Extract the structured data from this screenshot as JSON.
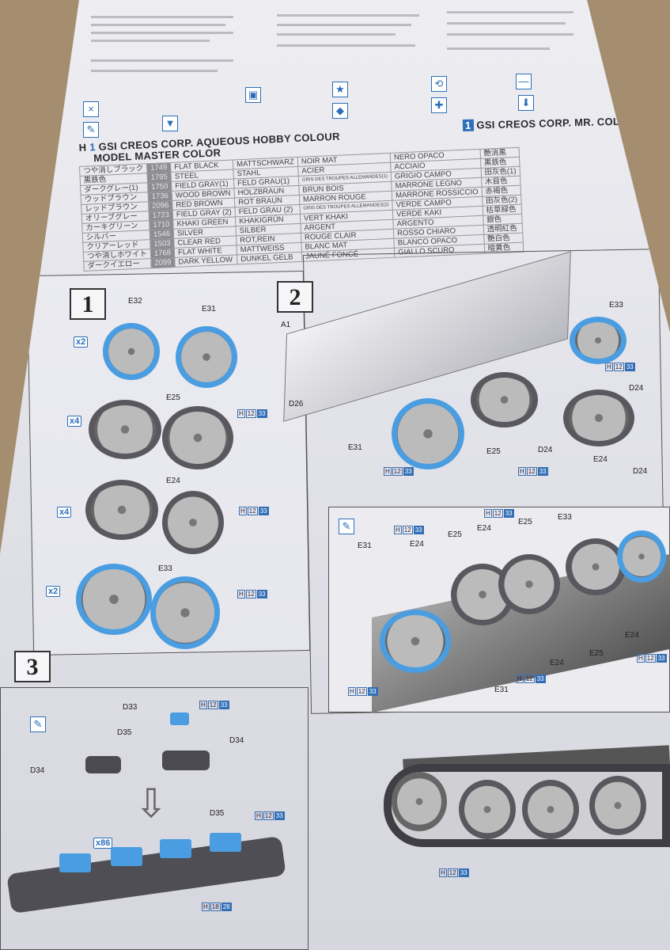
{
  "header": {
    "brand_aqueous": "GSI CREOS CORP. AQUEOUS HOBBY COLOUR",
    "brand_mr": "GSI CREOS CORP. MR. COLOUR",
    "model_master": "MODEL MASTER COLOR",
    "key_h": "H",
    "key_1": "1"
  },
  "color_table": [
    {
      "jp": "つや消しブラック",
      "code": "1749",
      "en": "FLAT BLACK",
      "de": "MATTSCHWARZ",
      "fr": "NOIR MAT",
      "it": "NERO OPACO",
      "jp2": "艶消黒"
    },
    {
      "jp": "黒鉄色",
      "code": "1795",
      "en": "STEEL",
      "de": "STAHL",
      "fr": "ACIER",
      "it": "ACCIAIO",
      "jp2": "黒鉄色"
    },
    {
      "jp": "ダークグレー(1)",
      "code": "1750",
      "en": "FIELD GRAY(1)",
      "de": "FELD GRAU(1)",
      "fr": "GRIS DES TROUPES ALLEMANDES(1)",
      "it": "GRIGIO CAMPO",
      "jp2": "田灰色(1)"
    },
    {
      "jp": "ウッドブラウン",
      "code": "1736",
      "en": "WOOD BROWN",
      "de": "HOLZBRAUN",
      "fr": "BRUN BOIS",
      "it": "MARRONE LEGNO",
      "jp2": "木目色"
    },
    {
      "jp": "レッドブラウン",
      "code": "2096",
      "en": "RED BROWN",
      "de": "ROT BRAUN",
      "fr": "MARRON ROUGE",
      "it": "MARRONE ROSSICCIO",
      "jp2": "赤褐色"
    },
    {
      "jp": "オリーブグレー",
      "code": "1723",
      "en": "FIELD GRAY (2)",
      "de": "FELD GRAU (2)",
      "fr": "GRIS DES TROUPES ALLEMANDES(2)",
      "it": "VERDE CAMPO",
      "jp2": "田灰色(2)"
    },
    {
      "jp": "カーキグリーン",
      "code": "1710",
      "en": "KHAKI GREEN",
      "de": "KHAKIGRÜN",
      "fr": "VERT KHAKI",
      "it": "VERDE KAKI",
      "jp2": "枯草緑色"
    },
    {
      "jp": "シルバー",
      "code": "1546",
      "en": "SILVER",
      "de": "SILBER",
      "fr": "ARGENT",
      "it": "ARGENTO",
      "jp2": "銀色"
    },
    {
      "jp": "クリアーレッド",
      "code": "1503",
      "en": "CLEAR RED",
      "de": "ROT,REIN",
      "fr": "ROUGE CLAIR",
      "it": "ROSSO CHIARO",
      "jp2": "透明紅色"
    },
    {
      "jp": "つや消しホワイト",
      "code": "1768",
      "en": "FLAT WHITE",
      "de": "MATTWEISS",
      "fr": "BLANC MAT",
      "it": "BLANCO OPACO",
      "jp2": "艶白色"
    },
    {
      "jp": "ダークイエロー",
      "code": "2099",
      "en": "DARK YELLOW",
      "de": "DUNKEL GELB",
      "fr": "JAUNÉ FONCÉ",
      "it": "GIALLO SCURO",
      "jp2": "暗黄色"
    }
  ],
  "steps": {
    "s1": {
      "num": "1",
      "labels": {
        "e32": "E32",
        "e31": "E31",
        "e25": "E25",
        "e24": "E24",
        "e33": "E33"
      },
      "qty": {
        "a": "x2",
        "b": "x4",
        "c": "x4",
        "d": "x2"
      }
    },
    "s2": {
      "num": "2",
      "labels": {
        "a1": "A1",
        "d26": "D26",
        "e31": "E31",
        "e25": "E25",
        "e24": "E24",
        "e33": "E33",
        "d24": "D24"
      }
    },
    "s3": {
      "num": "3",
      "labels": {
        "d33": "D33",
        "d35": "D35",
        "d34": "D34"
      },
      "qty": "x86"
    }
  },
  "paint": {
    "h": "H",
    "c12": "12",
    "c33": "33",
    "c18": "18",
    "c28": "28"
  }
}
